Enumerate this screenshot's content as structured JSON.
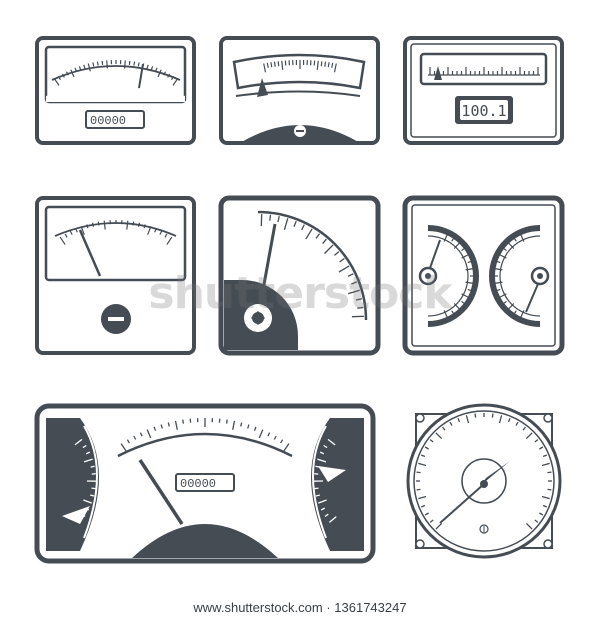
{
  "colors": {
    "ink": "#454c54",
    "paper": "#ffffff"
  },
  "gauges": [
    {
      "id": "analog-vu-meter-counter",
      "counter": "00000"
    },
    {
      "id": "arc-scale-meter"
    },
    {
      "id": "digital-panel-meter",
      "display": "100.1"
    },
    {
      "id": "needle-meter-minus-button"
    },
    {
      "id": "quarter-dial-meter"
    },
    {
      "id": "dual-dial-meter"
    },
    {
      "id": "dashboard-cluster-meter",
      "counter": "00000"
    },
    {
      "id": "round-square-flange-meter"
    }
  ],
  "watermark": "shutterstock",
  "footer": "www.shutterstock.com · 1361743247"
}
